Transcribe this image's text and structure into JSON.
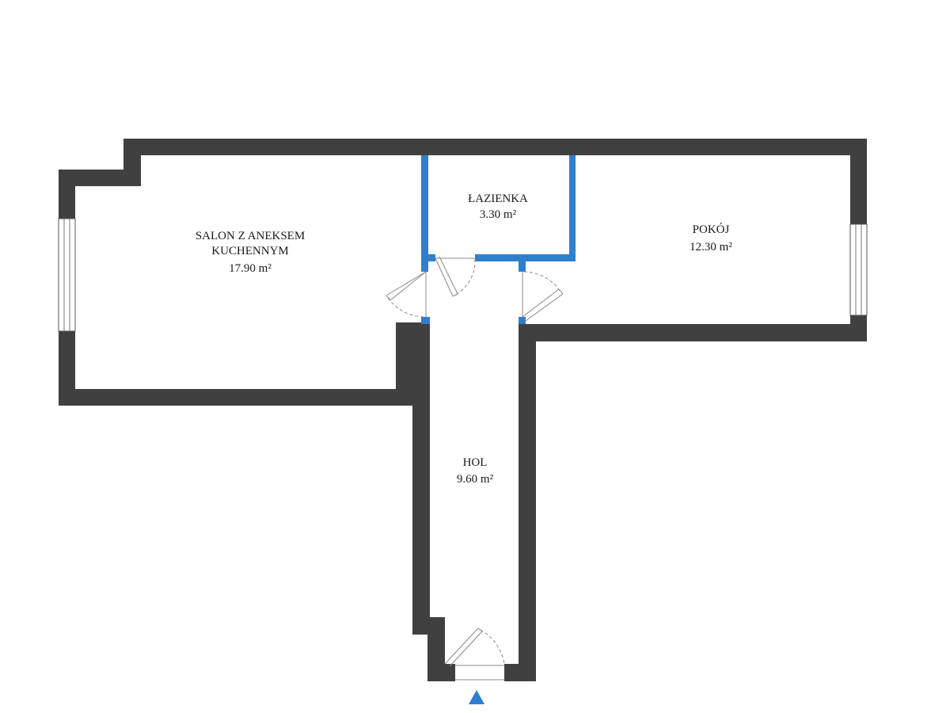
{
  "plan": {
    "wall_color": "#404040",
    "bathroom_wall_color": "#2f7fcf",
    "entrance_marker_color": "#2f7fcf",
    "rooms": [
      {
        "name_lines": [
          "SALON Z ANEKSEM",
          "KUCHENNYM"
        ],
        "area": "17.90 m²"
      },
      {
        "name_lines": [
          "ŁAZIENKA"
        ],
        "area": "3.30 m²"
      },
      {
        "name_lines": [
          "POKÓJ"
        ],
        "area": "12.30 m²"
      },
      {
        "name_lines": [
          "HOL"
        ],
        "area": "9.60 m²"
      }
    ],
    "icons": {
      "entrance": "triangle-up-icon",
      "window": "window-icon",
      "door": "door-swing-icon"
    }
  }
}
